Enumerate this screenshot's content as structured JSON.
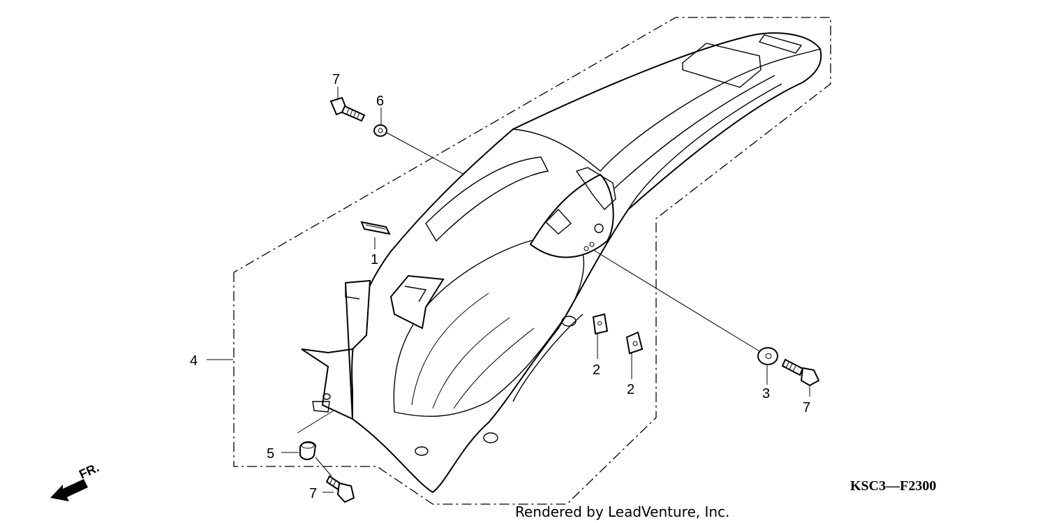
{
  "diagram": {
    "callouts": [
      {
        "id": "c1",
        "label": "1"
      },
      {
        "id": "c2a",
        "label": "2"
      },
      {
        "id": "c2b",
        "label": "2"
      },
      {
        "id": "c3",
        "label": "3"
      },
      {
        "id": "c4",
        "label": "4"
      },
      {
        "id": "c5",
        "label": "5"
      },
      {
        "id": "c6",
        "label": "6"
      },
      {
        "id": "c7a",
        "label": "7"
      },
      {
        "id": "c7b",
        "label": "7"
      },
      {
        "id": "c7c",
        "label": "7"
      }
    ],
    "diagram_code": "KSC3—F2300",
    "credit": "Rendered by LeadVenture, Inc.",
    "direction_label": "FR.",
    "colors": {
      "line": "#000000",
      "background": "#ffffff"
    }
  }
}
